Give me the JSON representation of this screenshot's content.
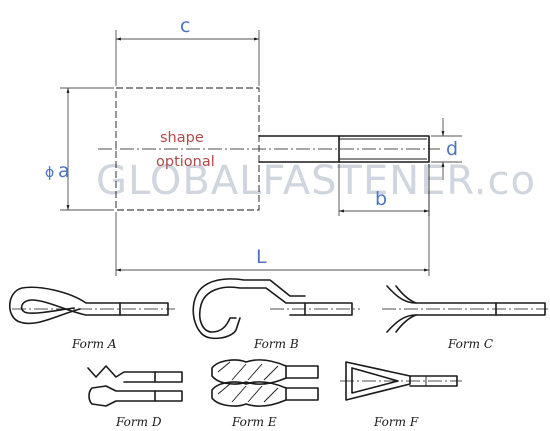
{
  "watermark": "GLOBALFASTENER.co",
  "dimensions": {
    "c": "c",
    "a": "a",
    "phi": "ϕ",
    "d": "d",
    "b": "b",
    "L": "L"
  },
  "shape_note": {
    "line1": "shape",
    "line2": "optional"
  },
  "forms": {
    "a": "Form  A",
    "b": "Form  B",
    "c": "Form  C",
    "d": "Form  D",
    "e": "Form  E",
    "f": "Form  F"
  }
}
